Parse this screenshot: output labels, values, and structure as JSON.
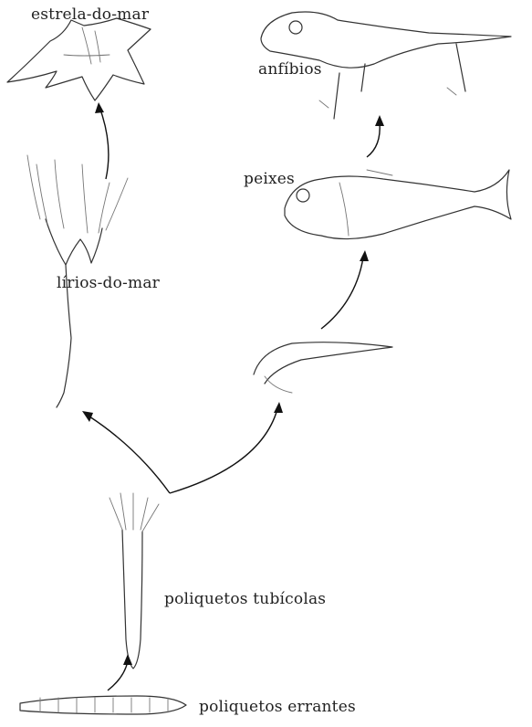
{
  "labels": {
    "estrela": "estrela-do-mar",
    "anfibios": "anfíbios",
    "peixes": "peixes",
    "lirios": "lírios-do-mar",
    "tubicolas": "poliquetos  tubícolas",
    "errantes": "poliquetos  errantes"
  },
  "colors": {
    "stroke": "#333333",
    "text": "#222222",
    "background": "#ffffff"
  }
}
